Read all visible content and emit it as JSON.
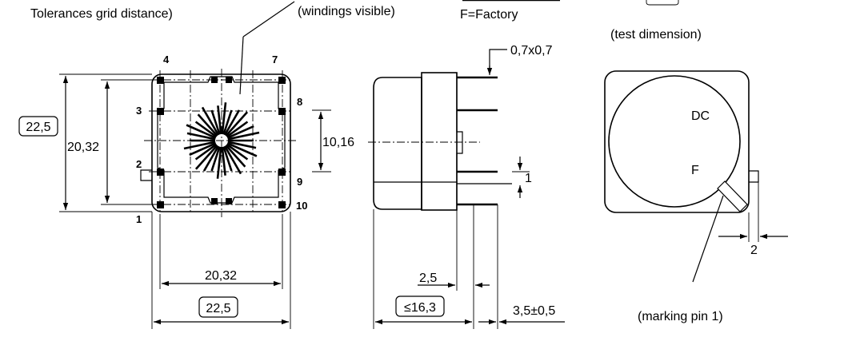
{
  "header": {
    "tolerances_note": "Tolerances grid distance)",
    "windings_note": "(windings visible)",
    "factory_note": "F=Factory",
    "test_dimension_note": "(test dimension)"
  },
  "bottom_view": {
    "pin_labels": [
      "1",
      "2",
      "3",
      "4",
      "7",
      "8",
      "9",
      "10"
    ],
    "dim_height_box": "22,5",
    "dim_pin_span_vertical": "20,32",
    "dim_pin_span_horizontal": "20,32",
    "dim_width_box": "22,5"
  },
  "side_view": {
    "dim_pin_section": "0,7x0,7",
    "dim_pin_pitch": "10,16",
    "dim_pin_step": "1",
    "dim_pin_offset": "2,5",
    "dim_body_length": "≤16,3",
    "dim_pin_length": "3,5±0,5"
  },
  "top_view": {
    "marking_dc": "DC",
    "marking_f": "F",
    "dim_tab": "2",
    "marking_pin1_note": "(marking pin 1)"
  }
}
